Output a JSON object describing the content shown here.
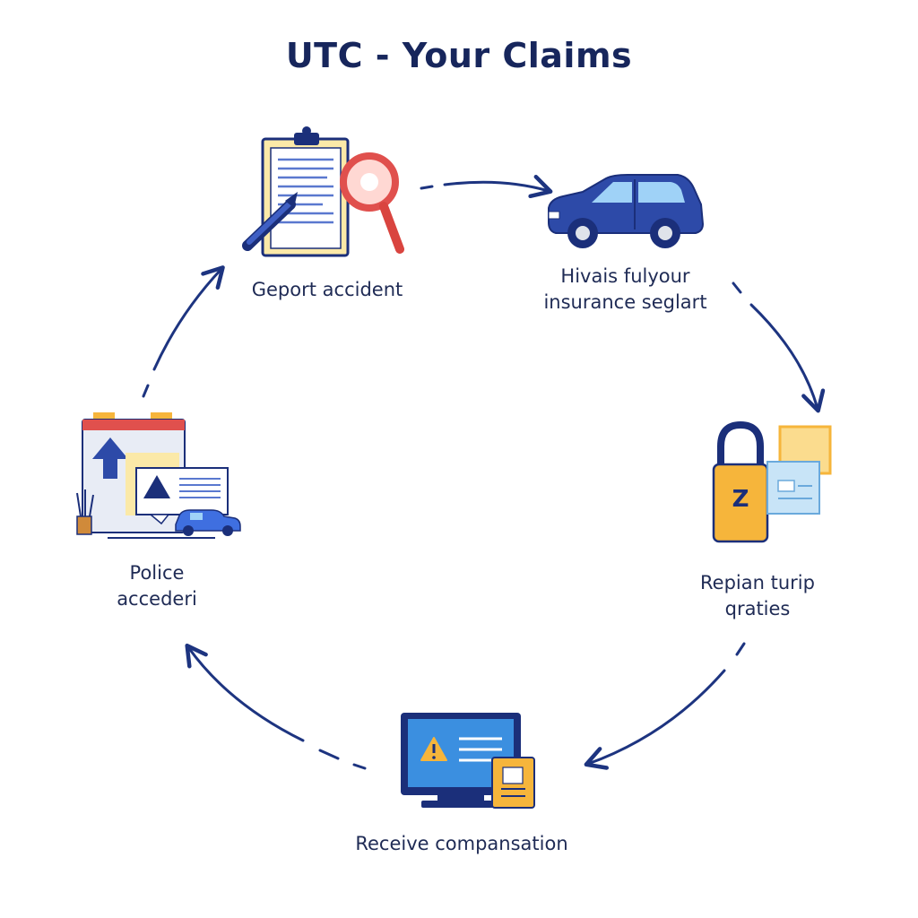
{
  "diagram": {
    "title": "UTC - Your Claims",
    "steps": [
      {
        "label_lines": [
          "Geport accident"
        ],
        "icon": "report-clipboard-magnifier-icon"
      },
      {
        "label_lines": [
          "Hivais fulyour",
          "insurance seglart"
        ],
        "icon": "car-icon"
      },
      {
        "label_lines": [
          "Repian turip",
          "qraties"
        ],
        "icon": "padlock-card-icon"
      },
      {
        "label_lines": [
          "Receive compansation"
        ],
        "icon": "computer-monitor-icon"
      },
      {
        "label_lines": [
          "Police",
          "accederi"
        ],
        "icon": "police-report-icon"
      }
    ],
    "icon_letter": "Z",
    "colors": {
      "navy": "#1b2f7a",
      "blue": "#3f5fc4",
      "light_blue": "#9fd2f7",
      "orange": "#f6b53b",
      "red": "#e0504d",
      "arrow": "#1d3480"
    }
  }
}
